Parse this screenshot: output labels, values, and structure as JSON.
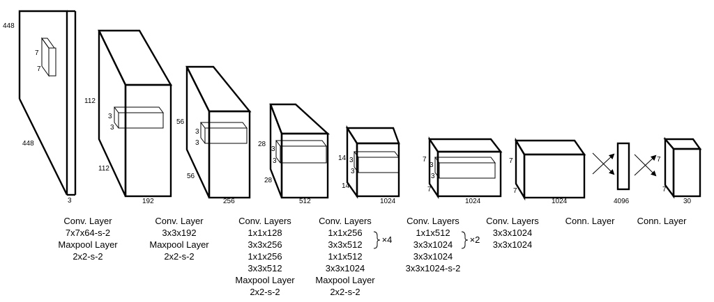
{
  "layers": [
    {
      "id": "input",
      "width_label": "448",
      "height_label": "448",
      "depth_label": "3",
      "kernel_label_a": "7",
      "kernel_label_b": "7",
      "caption": [
        "Conv. Layer",
        "7x7x64-s-2",
        "Maxpool Layer",
        "2x2-s-2"
      ]
    },
    {
      "id": "block1",
      "width_label": "112",
      "height_label": "112",
      "depth_label": "192",
      "kernel_label_a": "3",
      "kernel_label_b": "3",
      "caption": [
        "Conv. Layer",
        "3x3x192",
        "Maxpool Layer",
        "2x2-s-2"
      ]
    },
    {
      "id": "block2",
      "width_label": "56",
      "height_label": "56",
      "depth_label": "256",
      "kernel_label_a": "3",
      "kernel_label_b": "3",
      "caption": [
        "Conv. Layers",
        "1x1x128",
        "3x3x256",
        "1x1x256",
        "3x3x512",
        "Maxpool Layer",
        "2x2-s-2"
      ]
    },
    {
      "id": "block3",
      "width_label": "28",
      "height_label": "28",
      "depth_label": "512",
      "kernel_label_a": "3",
      "kernel_label_b": "3",
      "caption": [
        "Conv. Layers",
        "1x1x256",
        "3x3x512",
        "1x1x512",
        "3x3x1024",
        "Maxpool Layer",
        "2x2-s-2"
      ],
      "repeat_label": "×4"
    },
    {
      "id": "block4",
      "width_label": "14",
      "height_label": "14",
      "depth_label": "1024",
      "kernel_label_a": "3",
      "kernel_label_b": "3",
      "caption": [
        "Conv. Layers",
        "1x1x512",
        "3x3x1024",
        "3x3x1024",
        "3x3x1024-s-2"
      ],
      "repeat_label": "×2"
    },
    {
      "id": "block5",
      "width_label": "7",
      "height_label": "7",
      "depth_label": "1024",
      "kernel_label_a": "3",
      "kernel_label_b": "3",
      "caption": [
        "Conv. Layers",
        "3x3x1024",
        "3x3x1024"
      ]
    },
    {
      "id": "block6",
      "width_label": "7",
      "height_label": "7",
      "depth_label": "1024",
      "caption": [
        "Conn. Layer"
      ]
    },
    {
      "id": "fc",
      "depth_label": "4096",
      "caption": [
        "Conn. Layer"
      ]
    },
    {
      "id": "output",
      "width_label": "7",
      "height_label": "7",
      "depth_label": "30"
    }
  ]
}
